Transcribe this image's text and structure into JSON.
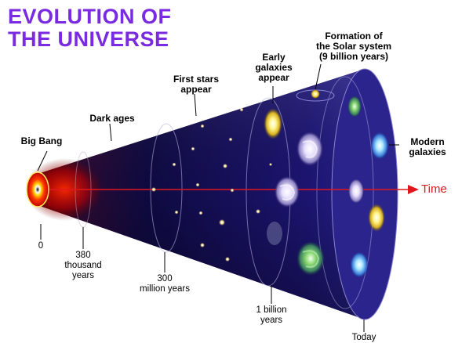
{
  "title": {
    "line1": "EVOLUTION OF",
    "line2": "THE UNIVERSE"
  },
  "epochs": [
    {
      "label_lines": [
        "Big Bang"
      ],
      "time_lines": [
        "0"
      ]
    },
    {
      "label_lines": [
        "Dark ages"
      ],
      "time_lines": [
        "380",
        "thousand",
        "years"
      ]
    },
    {
      "label_lines": [
        "First stars",
        "appear"
      ],
      "time_lines": [
        "300",
        "million years"
      ]
    },
    {
      "label_lines": [
        "Early",
        "galaxies",
        "appear"
      ],
      "time_lines": [
        "1 billion",
        "years"
      ]
    },
    {
      "label_lines": [
        "Formation of",
        "the Solar system",
        "(9 billion years)"
      ],
      "time_lines": []
    },
    {
      "label_lines": [
        "Modern",
        "galaxies"
      ],
      "time_lines": [
        "Today"
      ]
    }
  ],
  "time_axis_label": "Time",
  "colors": {
    "title": "#7a2ae0",
    "time_arrow": "#e0161c",
    "cone_inner": "#1a0a55",
    "cone_outer": "#3a2a9a"
  }
}
